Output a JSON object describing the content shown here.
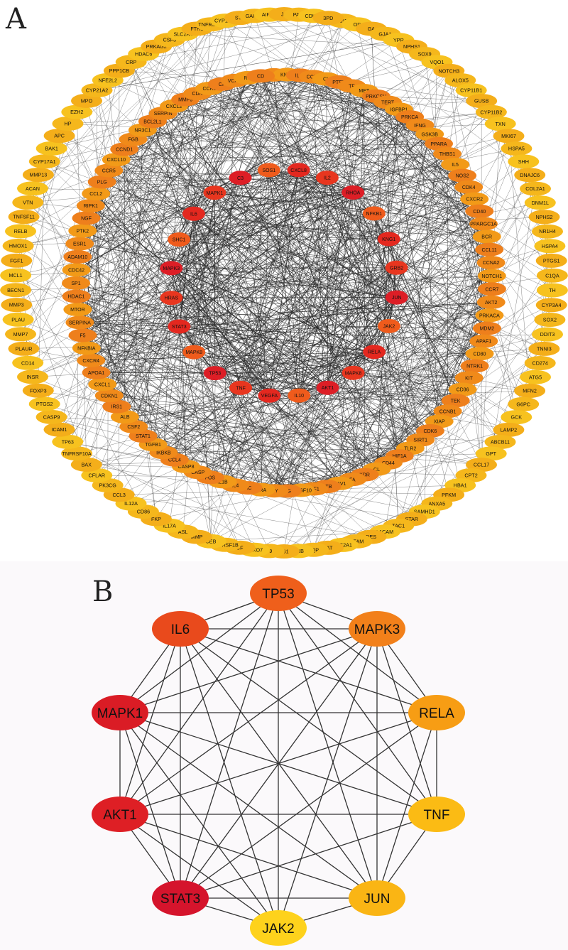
{
  "panel_a": {
    "label": "A",
    "inner_nodes": [
      "IL2",
      "RHOA",
      "NFKB1",
      "KNG1",
      "GRB2",
      "JUN",
      "JAK2",
      "RELA",
      "MAPK8",
      "AKT1",
      "IL10",
      "VEGFA",
      "TNF",
      "TP53",
      "MAPK8",
      "STAT3",
      "HRAS",
      "MAPK3",
      "SHC1",
      "IL6",
      "MAPK1",
      "C3",
      "SOS1",
      "CXCL8"
    ],
    "middle_nodes": [
      "CCL5",
      "KN1B",
      "IL4A",
      "CCR3",
      "CL",
      "PTEN",
      "TF",
      "MET",
      "PRKCSH",
      "TERT",
      "IGFBP1",
      "PRKCA",
      "IFNG",
      "GSK3B",
      "PPARA",
      "THBS1",
      "IL5",
      "NOS2",
      "CDK4",
      "CXCR2",
      "CD40",
      "PPARGC1A",
      "BCR",
      "CCL11",
      "CCNA2",
      "NOTCH1",
      "CCR7",
      "AKT2",
      "PRKACA",
      "MDM2",
      "APAF1",
      "CD80",
      "NTRK1",
      "KIT",
      "CD36",
      "TEK",
      "CCNB1",
      "XIAP",
      "CDK6",
      "SIRT1",
      "TLR2",
      "HIF1A",
      "CD44",
      "CL",
      "KDR",
      "FA",
      "CAV1",
      "CTB",
      "IRF1",
      "TNFSF10",
      "FG",
      "MY",
      "KRA",
      "AC",
      "IL4",
      "IL1B",
      "FOS",
      "CASP",
      "CASP8",
      "CCL4",
      "IKBKB",
      "TGFB1",
      "STAT1",
      "CSF2",
      "ALB",
      "IRS1",
      "CDKN1",
      "CXCL1",
      "APOA1",
      "CXCR4",
      "NFKBIA",
      "F5",
      "SERPINA",
      "MTOR",
      "HDAC1",
      "SP1",
      "CDC42",
      "ADAM10",
      "ESR1",
      "PTK2",
      "NGF",
      "RIPK1",
      "CCL2",
      "PLG",
      "CCR5",
      "CXCL10",
      "CCND1",
      "FGB",
      "NR3C1",
      "BCL2L1",
      "SERPIN",
      "CXCL2",
      "MMP9",
      "CDK",
      "CCR2",
      "CF",
      "VCAN",
      "RC",
      "CD"
    ],
    "outer_nodes": [
      "FABP4",
      "OD",
      "GA",
      "GJA1",
      "YPR",
      "NPHS1",
      "SOX9",
      "VQO1",
      "NOTCH3",
      "ALOX5",
      "CYP11B1",
      "GUSB",
      "CYP11B2",
      "TXN",
      "MKI67",
      "HSPA5",
      "SHH",
      "DNAJC6",
      "COL2A1",
      "DNM1L",
      "NPHS2",
      "NR1H4",
      "HSPA4",
      "PTGS1",
      "C1QA",
      "TH",
      "CYP3A4",
      "SOX2",
      "DDIT3",
      "TNNI3",
      "CD274",
      "ATG5",
      "MFN2",
      "G6PC",
      "GCK",
      "LAMP2",
      "ABCB11",
      "GPT",
      "CCL17",
      "CPT2",
      "HBA1",
      "PFKM",
      "ANXA5",
      "SAMHD1",
      "STAR",
      "TAC1",
      "L1CAM",
      "DES",
      "TFAM",
      "SLC2A1",
      "TAT",
      "AQP",
      "TNB",
      "SS1",
      "F9",
      "FBXO7",
      "CF",
      "TNFRSF1B",
      "CEB",
      "MMP",
      "ASL",
      "IL17A",
      "FKP",
      "CD86",
      "IL12A",
      "CCL3",
      "PK3CG",
      "CFLAR",
      "BAX",
      "TNFRSF10A",
      "TP63",
      "ICAM1",
      "CASP9",
      "PTGS2",
      "FOXP3",
      "INSR",
      "CD14",
      "PLAUR",
      "MMP7",
      "PLAU",
      "MMP3",
      "BECN1",
      "MCL1",
      "FGF1",
      "HMOX1",
      "RELB",
      "TNFSF11",
      "VTN",
      "ACAN",
      "MMP13",
      "CYP17A1",
      "BAK1",
      "APC",
      "HP",
      "EZH2",
      "MPO",
      "CYP21A2",
      "NFE2L2",
      "PPP1CB",
      "CRP",
      "HDAC6",
      "PRKAG2",
      "CSF3",
      "SLC2A4",
      "FTH1",
      "TNFRSF11",
      "CYP11A1",
      "STS",
      "GAPDH",
      "AIFM1",
      "JP",
      "PARI",
      "CDKN3",
      "3PD"
    ]
  },
  "panel_b": {
    "label": "B",
    "nodes": [
      {
        "name": "TP53",
        "color": "#ef5f1b"
      },
      {
        "name": "MAPK3",
        "color": "#f2801a"
      },
      {
        "name": "RELA",
        "color": "#f79d14"
      },
      {
        "name": "TNF",
        "color": "#fbbb14"
      },
      {
        "name": "JUN",
        "color": "#fab514"
      },
      {
        "name": "JAK2",
        "color": "#fed21c"
      },
      {
        "name": "STAT3",
        "color": "#d5142c"
      },
      {
        "name": "AKT1",
        "color": "#de1f25"
      },
      {
        "name": "MAPK1",
        "color": "#da1c25"
      },
      {
        "name": "IL6",
        "color": "#e94a1c"
      }
    ],
    "edges": [
      [
        "TP53",
        "MAPK3"
      ],
      [
        "TP53",
        "IL6"
      ],
      [
        "TP53",
        "MAPK1"
      ],
      [
        "TP53",
        "AKT1"
      ],
      [
        "TP53",
        "STAT3"
      ],
      [
        "TP53",
        "JUN"
      ],
      [
        "TP53",
        "TNF"
      ],
      [
        "TP53",
        "JAK2"
      ],
      [
        "TP53",
        "RELA"
      ],
      [
        "IL6",
        "MAPK3"
      ],
      [
        "IL6",
        "MAPK1"
      ],
      [
        "IL6",
        "AKT1"
      ],
      [
        "IL6",
        "STAT3"
      ],
      [
        "IL6",
        "JAK2"
      ],
      [
        "IL6",
        "JUN"
      ],
      [
        "IL6",
        "TNF"
      ],
      [
        "IL6",
        "RELA"
      ],
      [
        "MAPK3",
        "RELA"
      ],
      [
        "MAPK3",
        "MAPK1"
      ],
      [
        "MAPK3",
        "AKT1"
      ],
      [
        "MAPK3",
        "STAT3"
      ],
      [
        "MAPK3",
        "JUN"
      ],
      [
        "MAPK3",
        "JAK2"
      ],
      [
        "MAPK3",
        "TNF"
      ],
      [
        "MAPK1",
        "RELA"
      ],
      [
        "MAPK1",
        "AKT1"
      ],
      [
        "MAPK1",
        "STAT3"
      ],
      [
        "MAPK1",
        "JUN"
      ],
      [
        "MAPK1",
        "TNF"
      ],
      [
        "MAPK1",
        "JAK2"
      ],
      [
        "RELA",
        "TNF"
      ],
      [
        "RELA",
        "AKT1"
      ],
      [
        "RELA",
        "STAT3"
      ],
      [
        "RELA",
        "JUN"
      ],
      [
        "AKT1",
        "STAT3"
      ],
      [
        "AKT1",
        "JUN"
      ],
      [
        "AKT1",
        "JAK2"
      ],
      [
        "AKT1",
        "TNF"
      ],
      [
        "STAT3",
        "JUN"
      ],
      [
        "STAT3",
        "JAK2"
      ],
      [
        "STAT3",
        "TNF"
      ],
      [
        "JUN",
        "JAK2"
      ],
      [
        "JUN",
        "TNF"
      ]
    ]
  }
}
